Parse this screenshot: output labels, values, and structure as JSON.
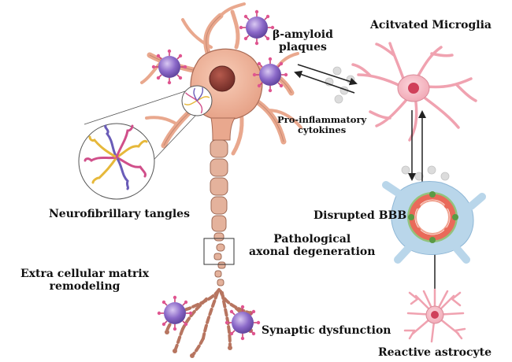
{
  "labels": {
    "amyloid_line1": "β-amyloid",
    "amyloid_line2": "plaques",
    "microglia": "Acitvated Microglia",
    "cytokines_line1": "Pro-inflammatory",
    "cytokines_line2": "cytokines",
    "tangles": "Neurofibrillary tangles",
    "bbb": "Disrupted BBB",
    "axonal_line1": "Pathological",
    "axonal_line2": "axonal degeneration",
    "ecm_line1": "Extra cellular matrix",
    "ecm_line2": "remodeling",
    "synaptic": "Synaptic dysfunction",
    "astrocyte": "Reactive astrocyte"
  },
  "colors": {
    "neuron_body": "#f2b49a",
    "neuron_outline": "#a86a55",
    "nucleus": "#8a3a32",
    "plaque": "#8a68c8",
    "plaque_spike": "#c9467a",
    "microglia": "#f6b7c2",
    "microglia_outline": "#d98a98",
    "astrocyte": "#f6b7c2",
    "vessel_ring": "#e96a5a",
    "vessel_cells": "#8cc06a",
    "vessel_tissue": "#b9d6ea",
    "particle": "#dcdcdc"
  },
  "icons": {
    "plaque": "amyloid-plaque-icon",
    "neuron": "neuron-icon",
    "microglia": "microglia-cell-icon",
    "astrocyte": "astrocyte-cell-icon",
    "vessel": "blood-vessel-icon",
    "tangle": "tau-tangle-icon"
  }
}
